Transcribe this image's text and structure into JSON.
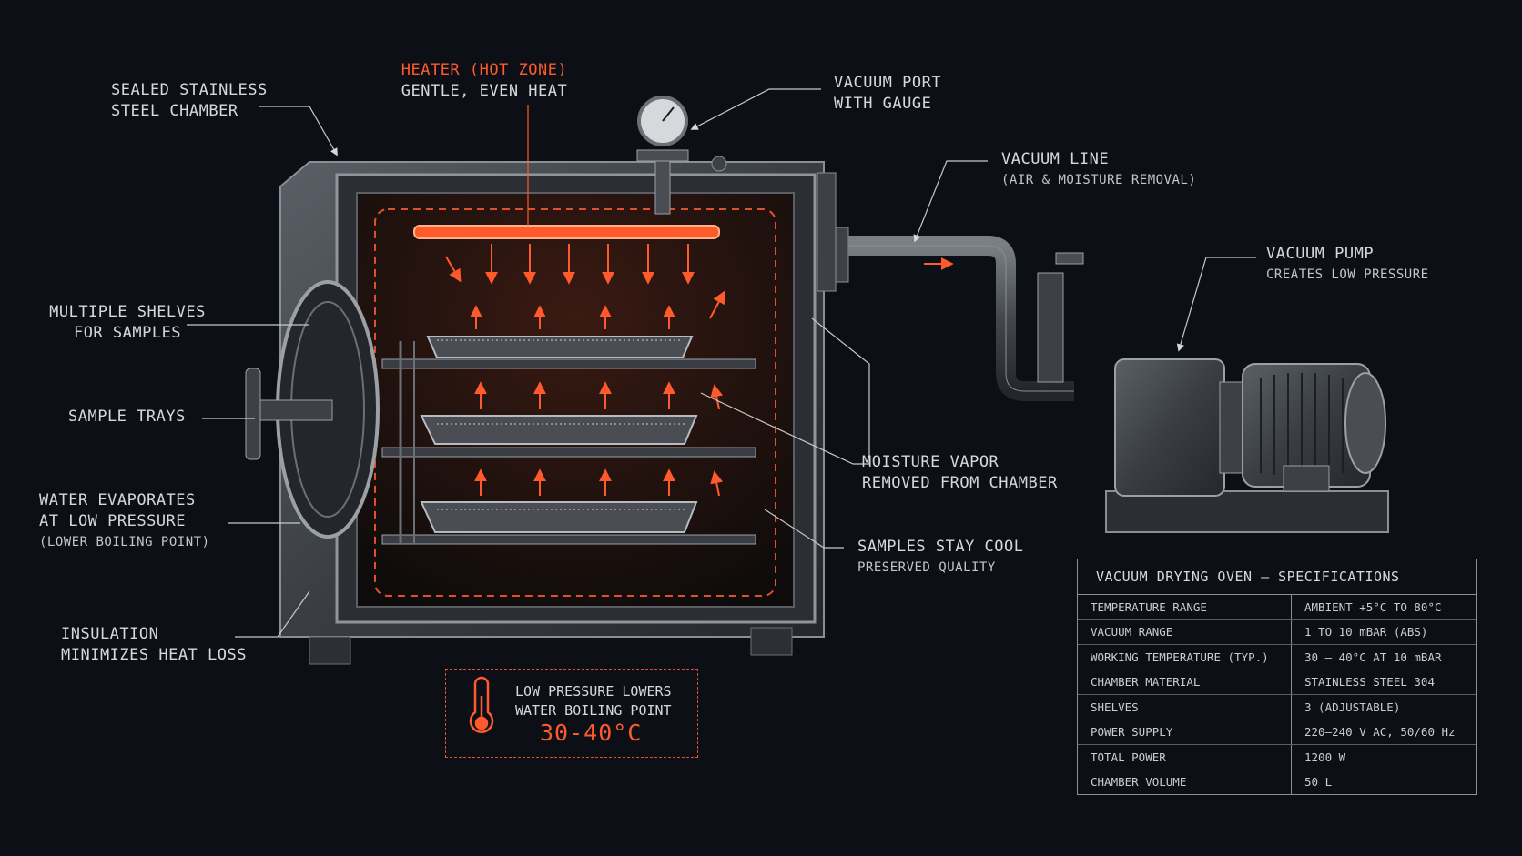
{
  "labels": {
    "chamber": [
      "SEALED STAINLESS",
      "STEEL CHAMBER"
    ],
    "heater_title": "HEATER (HOT ZONE)",
    "heater_sub": "GENTLE, EVEN HEAT",
    "port": [
      "VACUUM PORT",
      "WITH GAUGE"
    ],
    "line_title": "VACUUM LINE",
    "line_sub": "(AIR & MOISTURE REMOVAL)",
    "pump_title": "VACUUM PUMP",
    "pump_sub": "CREATES LOW PRESSURE",
    "shelves": [
      "MULTIPLE SHELVES",
      "FOR SAMPLES"
    ],
    "trays": "SAMPLE TRAYS",
    "evap": [
      "WATER EVAPORATES",
      "AT LOW PRESSURE"
    ],
    "evap_sub": "(LOWER BOILING POINT)",
    "insulation": [
      "INSULATION",
      "MINIMIZES HEAT LOSS"
    ],
    "vapor": [
      "MOISTURE VAPOR",
      "REMOVED FROM CHAMBER"
    ],
    "cool_title": "SAMPLES STAY COOL",
    "cool_sub": "PRESERVED QUALITY"
  },
  "callout": {
    "line1": "LOW PRESSURE LOWERS",
    "line2": "WATER BOILING POINT",
    "value": "30-40°C"
  },
  "spec_table": {
    "title": "VACUUM DRYING OVEN — SPECIFICATIONS",
    "rows": [
      [
        "TEMPERATURE RANGE",
        "AMBIENT +5°C TO 80°C"
      ],
      [
        "VACUUM RANGE",
        "1 TO 10 mBAR (ABS)"
      ],
      [
        "WORKING TEMPERATURE (TYP.)",
        "30 – 40°C AT 10 mBAR"
      ],
      [
        "CHAMBER MATERIAL",
        "STAINLESS STEEL 304"
      ],
      [
        "SHELVES",
        "3 (ADJUSTABLE)"
      ],
      [
        "POWER SUPPLY",
        "220–240 V AC, 50/60 Hz"
      ],
      [
        "TOTAL POWER",
        "1200 W"
      ],
      [
        "CHAMBER VOLUME",
        "50 L"
      ]
    ]
  },
  "colors": {
    "background": "#0c1016",
    "hot": "#ff5a2c",
    "metal": "#6b7077",
    "text": "#d6d9dc"
  }
}
